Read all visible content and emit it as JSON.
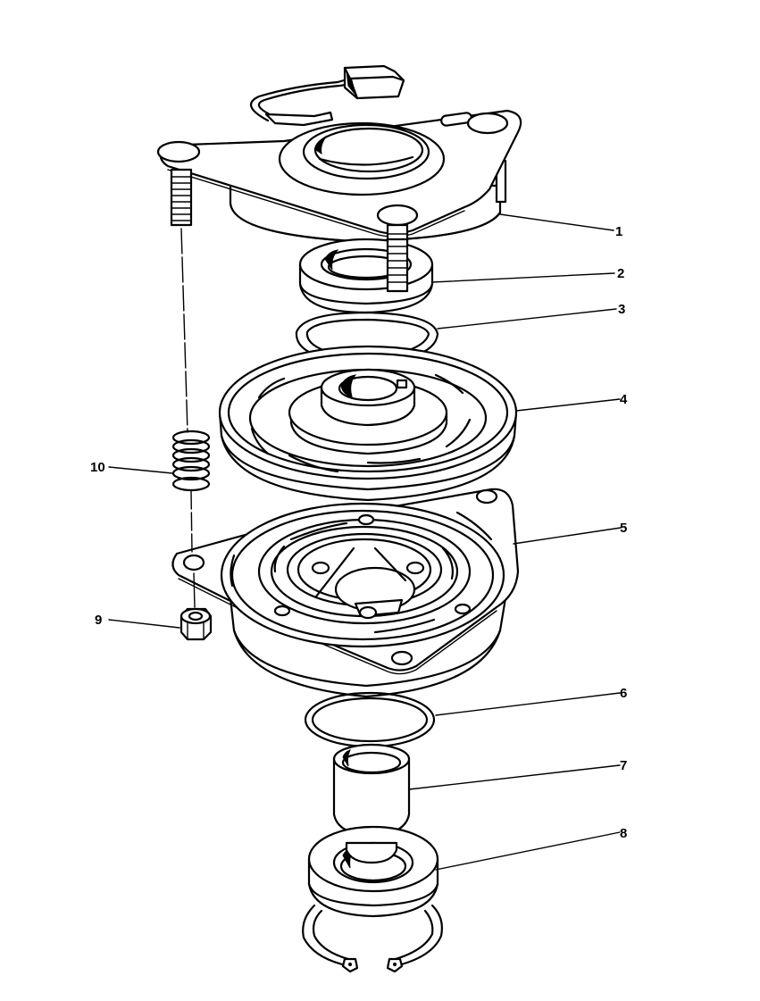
{
  "diagram": {
    "type": "exploded-view-parts-drawing",
    "colors": {
      "line": "#000000",
      "background": "#ffffff"
    },
    "callouts": [
      {
        "id": 1,
        "label": "1",
        "part": "mounting-plate-with-studs-and-connector"
      },
      {
        "id": 2,
        "label": "2",
        "part": "bearing"
      },
      {
        "id": 3,
        "label": "3",
        "part": "snap-ring"
      },
      {
        "id": 4,
        "label": "4",
        "part": "armature-disc"
      },
      {
        "id": 5,
        "label": "5",
        "part": "field-coil-flange-plate"
      },
      {
        "id": 6,
        "label": "6",
        "part": "o-ring"
      },
      {
        "id": 7,
        "label": "7",
        "part": "sleeve"
      },
      {
        "id": 8,
        "label": "8",
        "part": "bearing"
      },
      {
        "id": 9,
        "label": "9",
        "part": "lock-nut"
      },
      {
        "id": 10,
        "label": "10",
        "part": "spring"
      }
    ]
  }
}
